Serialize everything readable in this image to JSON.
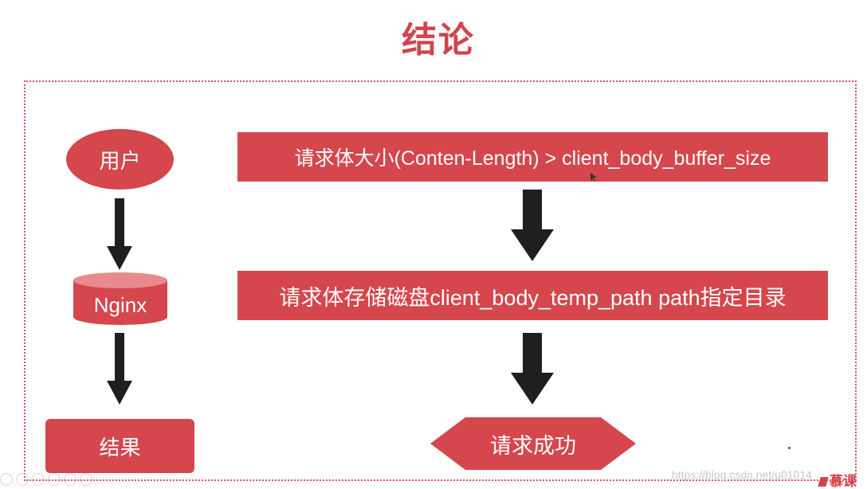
{
  "title": "结论",
  "flow_left": {
    "client": "用户",
    "server": "Nginx",
    "result": "结果"
  },
  "flow_right": {
    "condition": "请求体大小(Conten-Length) > client_body_buffer_size",
    "action": "请求体存储磁盘client_body_temp_path path指定目录",
    "outcome": "请求成功"
  },
  "watermark": "https://blog.csdn.net/u01014",
  "brand": "慕课",
  "colors": {
    "accent": "#d5464d",
    "arrow": "#1f1f1f",
    "cylinder_top": "#e88a8e"
  },
  "icons": [
    "down-arrow-icon",
    "database-icon",
    "cursor-icon"
  ]
}
